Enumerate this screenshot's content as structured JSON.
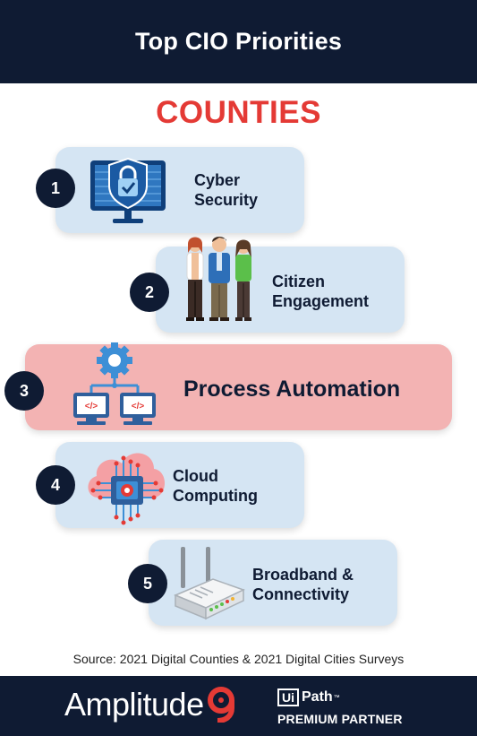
{
  "header": {
    "title": "Top CIO Priorities"
  },
  "subtitle": "COUNTIES",
  "priorities": [
    {
      "rank": "1",
      "label": "Cyber\nSecurity",
      "icon": "shield-lock-monitor-icon"
    },
    {
      "rank": "2",
      "label": "Citizen\nEngagement",
      "icon": "people-group-icon"
    },
    {
      "rank": "3",
      "label": "Process Automation",
      "icon": "gear-network-icon",
      "highlighted": true
    },
    {
      "rank": "4",
      "label": "Cloud\nComputing",
      "icon": "cloud-chip-icon"
    },
    {
      "rank": "5",
      "label": "Broadband &\nConnectivity",
      "icon": "router-icon"
    }
  ],
  "source": "Source: 2021 Digital Counties & 2021 Digital Cities Surveys",
  "footer": {
    "brand": "Amplitude",
    "brand_mark": "9",
    "partner_box": "Ui",
    "partner_name": "Path",
    "partner_tm": "™",
    "partner_tier": "PREMIUM PARTNER"
  },
  "colors": {
    "navy": "#0f1b33",
    "accent_red": "#e43a35",
    "card_blue": "#d5e5f3",
    "card_pink": "#f3b3b3"
  }
}
